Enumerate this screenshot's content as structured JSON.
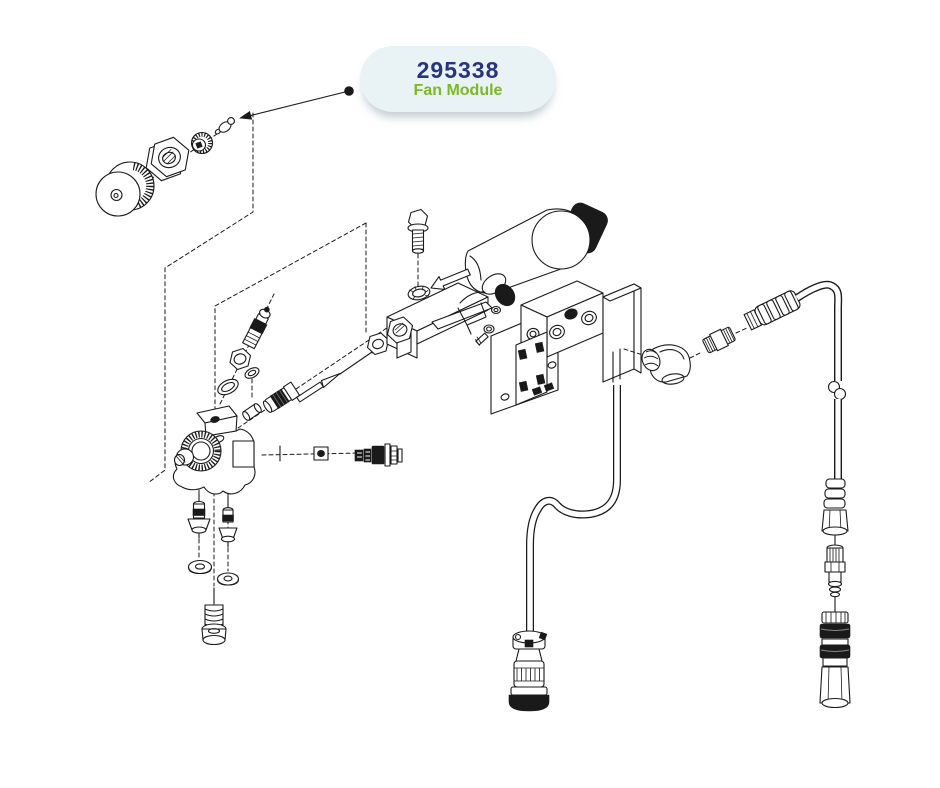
{
  "callout": {
    "part_number": "295338",
    "part_name": "Fan Module"
  },
  "colors": {
    "line": "#1a1a1a",
    "callout_bg": "#e9f2f4",
    "part_number_color": "#28357e",
    "part_name_color": "#7db827",
    "background": "#ffffff"
  },
  "diagram": {
    "type": "exploded-parts-diagram",
    "parts": [
      "fan-adjust-knob",
      "lock-nut",
      "retainer-nut",
      "valve-stem",
      "fluid-housing",
      "valve-cartridge",
      "housing-o-ring",
      "housing-nut",
      "needle-packing",
      "packing-o-ring",
      "swivel-fitting",
      "needle",
      "needle-hex-fitting",
      "needle-lock-nut",
      "mount-bolt",
      "mount-bracket",
      "actuator-cylinder",
      "adjust-knob",
      "clamp-ring",
      "manifold-block",
      "mounting-plate",
      "solenoid-block",
      "elbow-fitting",
      "hose-nipple",
      "hose-spring-guard",
      "air-hose",
      "hose-coupler",
      "quick-disconnect",
      "cable",
      "cable-connector",
      "check-valve-left",
      "check-valve-right",
      "washer-left",
      "washer-right",
      "spring-bolt",
      "seat-pin",
      "seal-carrier",
      "inlet-fitting"
    ]
  }
}
